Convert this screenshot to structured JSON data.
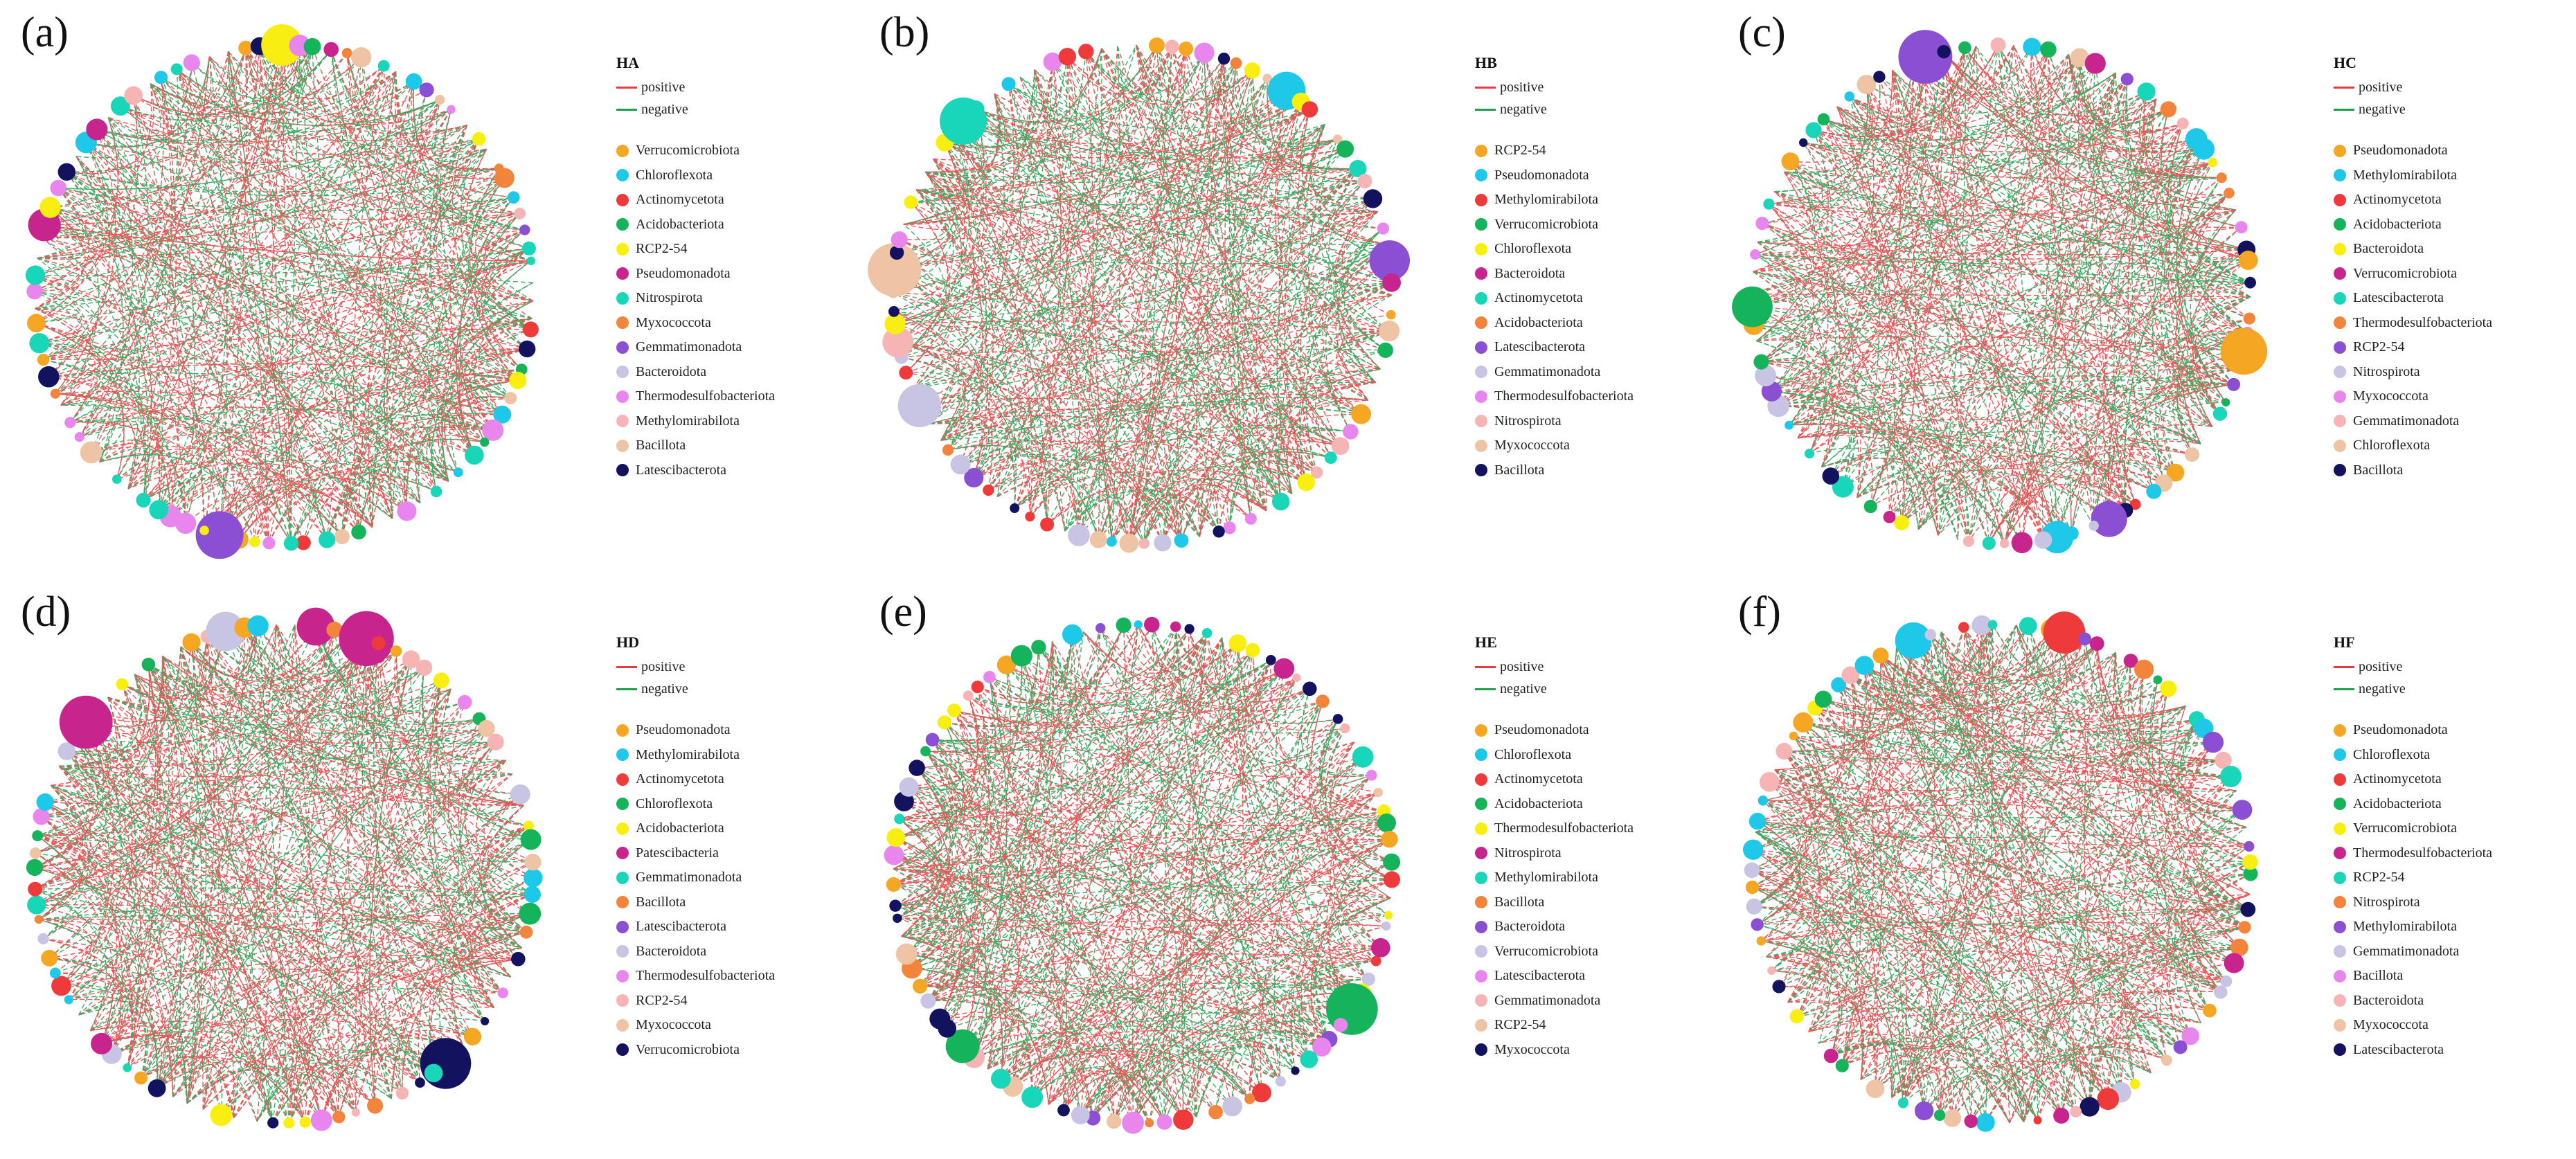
{
  "edge_colors": {
    "positive": "#e8393c",
    "negative": "#1e9e4a"
  },
  "panels": [
    {
      "id": "a",
      "label": "(a)",
      "title": "HA",
      "positive_label": "positive",
      "negative_label": "negative",
      "items": [
        {
          "name": "Verrucomicrobiota",
          "color": "#f5a623"
        },
        {
          "name": "Chloroflexota",
          "color": "#1ec8e8"
        },
        {
          "name": "Actinomycetota",
          "color": "#ee3a3a"
        },
        {
          "name": "Acidobacteriota",
          "color": "#16b45a"
        },
        {
          "name": "RCP2-54",
          "color": "#f8ee10"
        },
        {
          "name": "Pseudomonadota",
          "color": "#c8248e"
        },
        {
          "name": "Nitrospirota",
          "color": "#1ad6b8"
        },
        {
          "name": "Myxococcota",
          "color": "#f3843c"
        },
        {
          "name": "Gemmatimonadota",
          "color": "#8a4fd2"
        },
        {
          "name": "Bacteroidota",
          "color": "#c8c4e4"
        },
        {
          "name": "Thermodesulfobacteriota",
          "color": "#e886ee"
        },
        {
          "name": "Methylomirabilota",
          "color": "#f6b4b4"
        },
        {
          "name": "Bacillota",
          "color": "#eec4a4"
        },
        {
          "name": "Latescibacterota",
          "color": "#12125e"
        }
      ]
    },
    {
      "id": "b",
      "label": "(b)",
      "title": "HB",
      "positive_label": "positive",
      "negative_label": "negative",
      "items": [
        {
          "name": "RCP2-54",
          "color": "#f5a623"
        },
        {
          "name": "Pseudomonadota",
          "color": "#1ec8e8"
        },
        {
          "name": "Methylomirabilota",
          "color": "#ee3a3a"
        },
        {
          "name": "Verrucomicrobiota",
          "color": "#16b45a"
        },
        {
          "name": "Chloroflexota",
          "color": "#f8ee10"
        },
        {
          "name": "Bacteroidota",
          "color": "#c8248e"
        },
        {
          "name": "Actinomycetota",
          "color": "#1ad6b8"
        },
        {
          "name": "Acidobacteriota",
          "color": "#f3843c"
        },
        {
          "name": "Latescibacterota",
          "color": "#8a4fd2"
        },
        {
          "name": "Gemmatimonadota",
          "color": "#c8c4e4"
        },
        {
          "name": "Thermodesulfobacteriota",
          "color": "#e886ee"
        },
        {
          "name": "Nitrospirota",
          "color": "#f6b4b4"
        },
        {
          "name": "Myxococcota",
          "color": "#eec4a4"
        },
        {
          "name": "Bacillota",
          "color": "#12125e"
        }
      ]
    },
    {
      "id": "c",
      "label": "(c)",
      "title": "HC",
      "positive_label": "positive",
      "negative_label": "negative",
      "items": [
        {
          "name": "Pseudomonadota",
          "color": "#f5a623"
        },
        {
          "name": "Methylomirabilota",
          "color": "#1ec8e8"
        },
        {
          "name": "Actinomycetota",
          "color": "#ee3a3a"
        },
        {
          "name": "Acidobacteriota",
          "color": "#16b45a"
        },
        {
          "name": "Bacteroidota",
          "color": "#f8ee10"
        },
        {
          "name": "Verrucomicrobiota",
          "color": "#c8248e"
        },
        {
          "name": "Latescibacterota",
          "color": "#1ad6b8"
        },
        {
          "name": "Thermodesulfobacteriota",
          "color": "#f3843c"
        },
        {
          "name": "RCP2-54",
          "color": "#8a4fd2"
        },
        {
          "name": "Nitrospirota",
          "color": "#c8c4e4"
        },
        {
          "name": "Myxococcota",
          "color": "#e886ee"
        },
        {
          "name": "Gemmatimonadota",
          "color": "#f6b4b4"
        },
        {
          "name": "Chloroflexota",
          "color": "#eec4a4"
        },
        {
          "name": "Bacillota",
          "color": "#12125e"
        }
      ]
    },
    {
      "id": "d",
      "label": "(d)",
      "title": "HD",
      "positive_label": "positive",
      "negative_label": "negative",
      "items": [
        {
          "name": "Pseudomonadota",
          "color": "#f5a623"
        },
        {
          "name": "Methylomirabilota",
          "color": "#1ec8e8"
        },
        {
          "name": "Actinomycetota",
          "color": "#ee3a3a"
        },
        {
          "name": "Chloroflexota",
          "color": "#16b45a"
        },
        {
          "name": "Acidobacteriota",
          "color": "#f8ee10"
        },
        {
          "name": "Patescibacteria",
          "color": "#c8248e"
        },
        {
          "name": "Gemmatimonadota",
          "color": "#1ad6b8"
        },
        {
          "name": "Bacillota",
          "color": "#f3843c"
        },
        {
          "name": "Latescibacterota",
          "color": "#8a4fd2"
        },
        {
          "name": "Bacteroidota",
          "color": "#c8c4e4"
        },
        {
          "name": "Thermodesulfobacteriota",
          "color": "#e886ee"
        },
        {
          "name": "RCP2-54",
          "color": "#f6b4b4"
        },
        {
          "name": "Myxococcota",
          "color": "#eec4a4"
        },
        {
          "name": "Verrucomicrobiota",
          "color": "#12125e"
        }
      ]
    },
    {
      "id": "e",
      "label": "(e)",
      "title": "HE",
      "positive_label": "positive",
      "negative_label": "negative",
      "items": [
        {
          "name": "Pseudomonadota",
          "color": "#f5a623"
        },
        {
          "name": "Chloroflexota",
          "color": "#1ec8e8"
        },
        {
          "name": "Actinomycetota",
          "color": "#ee3a3a"
        },
        {
          "name": "Acidobacteriota",
          "color": "#16b45a"
        },
        {
          "name": "Thermodesulfobacteriota",
          "color": "#f8ee10"
        },
        {
          "name": "Nitrospirota",
          "color": "#c8248e"
        },
        {
          "name": "Methylomirabilota",
          "color": "#1ad6b8"
        },
        {
          "name": "Bacillota",
          "color": "#f3843c"
        },
        {
          "name": "Bacteroidota",
          "color": "#8a4fd2"
        },
        {
          "name": "Verrucomicrobiota",
          "color": "#c8c4e4"
        },
        {
          "name": "Latescibacterota",
          "color": "#e886ee"
        },
        {
          "name": "Gemmatimonadota",
          "color": "#f6b4b4"
        },
        {
          "name": "RCP2-54",
          "color": "#eec4a4"
        },
        {
          "name": "Myxococcota",
          "color": "#12125e"
        }
      ]
    },
    {
      "id": "f",
      "label": "(f)",
      "title": "HF",
      "positive_label": "positive",
      "negative_label": "negative",
      "items": [
        {
          "name": "Pseudomonadota",
          "color": "#f5a623"
        },
        {
          "name": "Chloroflexota",
          "color": "#1ec8e8"
        },
        {
          "name": "Actinomycetota",
          "color": "#ee3a3a"
        },
        {
          "name": "Acidobacteriota",
          "color": "#16b45a"
        },
        {
          "name": "Verrucomicrobiota",
          "color": "#f8ee10"
        },
        {
          "name": "Thermodesulfobacteriota",
          "color": "#c8248e"
        },
        {
          "name": "RCP2-54",
          "color": "#1ad6b8"
        },
        {
          "name": "Nitrospirota",
          "color": "#f3843c"
        },
        {
          "name": "Methylomirabilota",
          "color": "#8a4fd2"
        },
        {
          "name": "Gemmatimonadota",
          "color": "#c8c4e4"
        },
        {
          "name": "Bacillota",
          "color": "#e886ee"
        },
        {
          "name": "Bacteroidota",
          "color": "#f6b4b4"
        },
        {
          "name": "Myxococcota",
          "color": "#eec4a4"
        },
        {
          "name": "Latescibacterota",
          "color": "#12125e"
        }
      ]
    }
  ]
}
